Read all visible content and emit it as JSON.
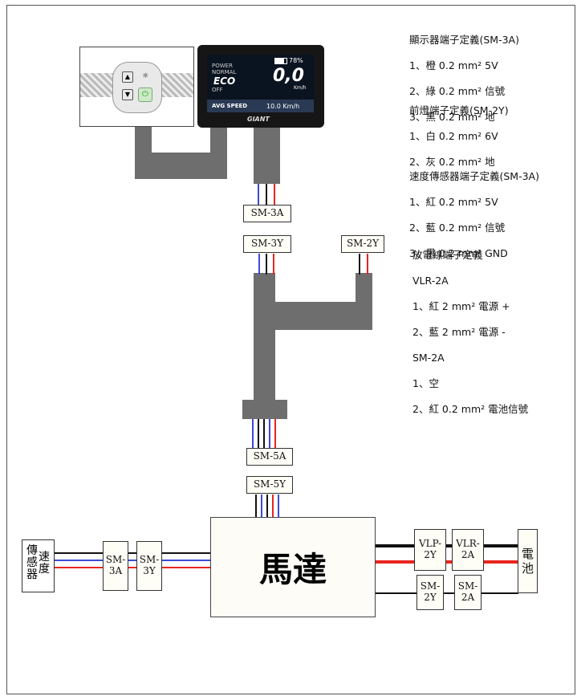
{
  "notes": {
    "display_title": "顯示器端子定義(SM-3A)",
    "display_lines": [
      "1、橙 0.2 mm² 5V",
      "2、綠 0.2 mm² 信號",
      "3、黑 0.2 mm² 地"
    ],
    "headlight_title": "前燈端子定義(SM-2Y)",
    "headlight_lines": [
      "1、白 0.2 mm² 6V",
      "2、灰 0.2 mm² 地"
    ],
    "sensor_title": "速度傳感器端子定義(SM-3A)",
    "sensor_lines": [
      "1、紅 0.2 mm² 5V",
      "2、藍 0.2 mm² 信號",
      "3、黑 0.2 mm² GND"
    ],
    "discharge_title": "放電線端子定義",
    "discharge_lines": [
      "VLR-2A",
      "1、紅 2 mm² 電源 +",
      "2、藍 2 mm² 電源 -",
      "SM-2A",
      "1、空",
      "2、紅 0.2 mm² 電池信號"
    ]
  },
  "display": {
    "modes": [
      "POWER",
      "NORMAL",
      "ECO",
      "OFF"
    ],
    "battery": "78%",
    "speed": "0,0",
    "unit": "Km/h",
    "avg_label": "AVG SPEED",
    "avg_value": "10.0 Km/h",
    "brand": "GIANT"
  },
  "connectors": {
    "sm3a_top": "SM-3A",
    "sm3y_top": "SM-3Y",
    "sm2y_top": "SM-2Y",
    "sm5a": "SM-5A",
    "sm5y": "SM-5Y",
    "sm3a_left": "SM-\n3A",
    "sm3y_left": "SM-\n3Y",
    "vlp2y": "VLP-\n2Y",
    "vlr2a": "VLR-\n2A",
    "sm2y_right": "SM-\n2Y",
    "sm2a_right": "SM-\n2A"
  },
  "components": {
    "motor": "馬達",
    "sensor_col1": "傳\n感\n器",
    "sensor_col2": "速\n度",
    "battery": "電\n池"
  },
  "colors": {
    "wire_red": "#e8251f",
    "wire_blue": "#3b4bd8",
    "wire_black": "#111111",
    "harness_gray": "#6e6e6e"
  }
}
